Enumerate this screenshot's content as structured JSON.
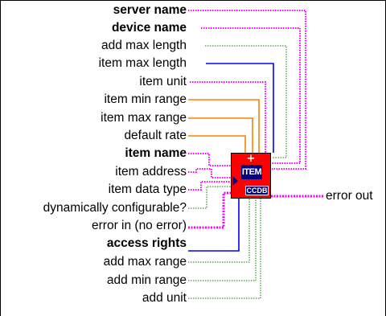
{
  "terminals": [
    {
      "key": "server_name",
      "label": "server name",
      "bold": true,
      "wire": "string"
    },
    {
      "key": "device_name",
      "label": "device name",
      "bold": true,
      "wire": "string"
    },
    {
      "key": "add_max_length",
      "label": "add max length",
      "bold": false,
      "wire": "boolean"
    },
    {
      "key": "item_max_length",
      "label": "item max length",
      "bold": false,
      "wire": "integer"
    },
    {
      "key": "item_unit",
      "label": "item unit",
      "bold": false,
      "wire": "string"
    },
    {
      "key": "item_min_range",
      "label": "item min range",
      "bold": false,
      "wire": "float"
    },
    {
      "key": "item_max_range",
      "label": "item max range",
      "bold": false,
      "wire": "float"
    },
    {
      "key": "default_rate",
      "label": "default rate",
      "bold": false,
      "wire": "float"
    },
    {
      "key": "item_name",
      "label": "item name",
      "bold": true,
      "wire": "string"
    },
    {
      "key": "item_address",
      "label": "item address",
      "bold": false,
      "wire": "string"
    },
    {
      "key": "item_data_type",
      "label": "item data type",
      "bold": false,
      "wire": "string"
    },
    {
      "key": "dynamically_configurable",
      "label": "dynamically configurable?",
      "bold": false,
      "wire": "boolean"
    },
    {
      "key": "error_in",
      "label": "error in (no error)",
      "bold": false,
      "wire": "cluster"
    },
    {
      "key": "access_rights",
      "label": "access rights",
      "bold": true,
      "wire": "integer"
    },
    {
      "key": "add_max_range",
      "label": "add max range",
      "bold": false,
      "wire": "boolean"
    },
    {
      "key": "add_min_range",
      "label": "add min range",
      "bold": false,
      "wire": "boolean"
    },
    {
      "key": "add_unit",
      "label": "add unit",
      "bold": false,
      "wire": "boolean"
    }
  ],
  "output": {
    "key": "error_out",
    "label": "error out",
    "wire": "cluster"
  },
  "node": {
    "plus": "+",
    "badge": "ITEM",
    "tag": "CCDB"
  },
  "colors": {
    "string": "#ff00ff",
    "boolean": "#008000",
    "integer": "#0000ff",
    "float": "#ff8000",
    "cluster": "#ff00ff",
    "node_body": "#ff0000",
    "node_badge": "#000080"
  }
}
